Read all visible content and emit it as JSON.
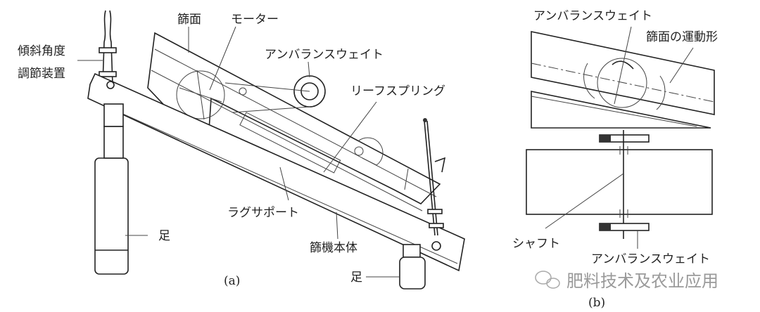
{
  "panel_a": {
    "caption": "(a)",
    "labels": {
      "tilt_adjuster_line1": "傾斜角度",
      "tilt_adjuster_line2": "調節装置",
      "screen_surface": "篩面",
      "motor": "モーター",
      "unbalance_weight": "アンバランスウェイト",
      "leaf_spring": "リーフスプリング",
      "rug_support": "ラグサポート",
      "screen_body": "篩機本体",
      "foot_left": "足",
      "foot_right": "足"
    }
  },
  "panel_b": {
    "caption": "(b)",
    "labels": {
      "unbalance_weight_top": "アンバランスウェイト",
      "screen_motion_shape": "篩面の運動形",
      "shaft": "シャフト",
      "unbalance_weight_bottom": "アンバランスウェイト"
    }
  },
  "watermark": "肥料技术及农业应用"
}
